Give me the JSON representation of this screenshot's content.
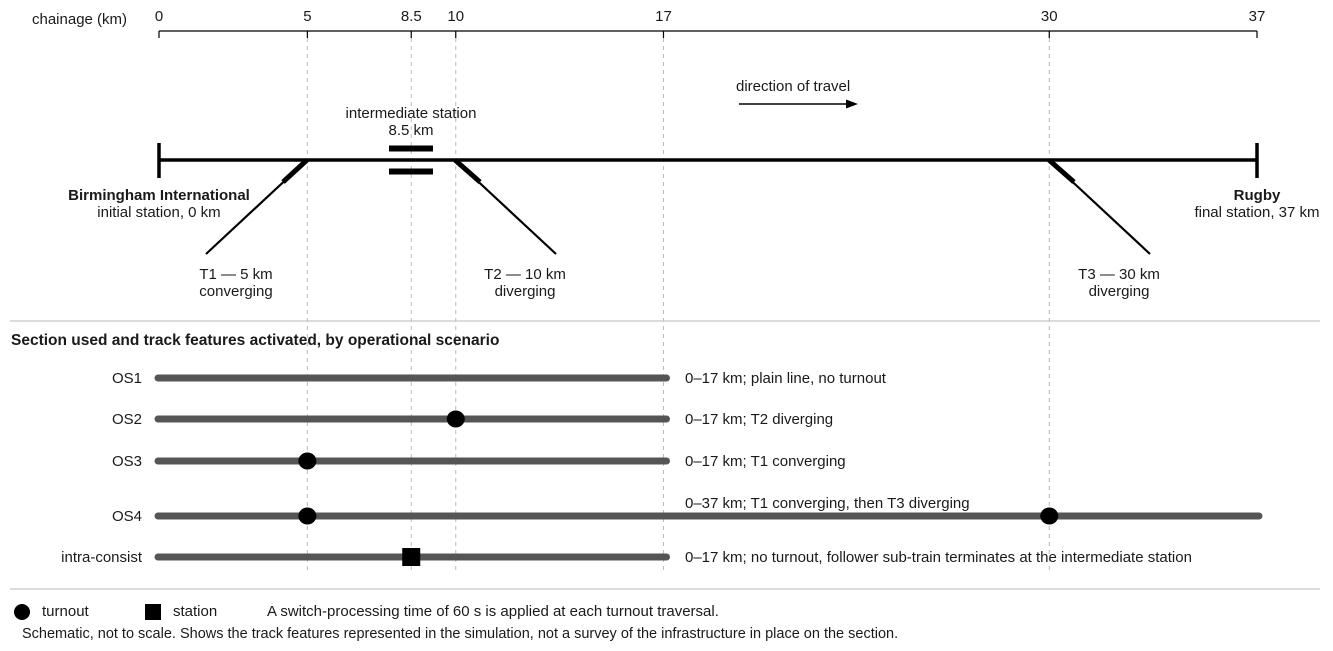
{
  "axis": {
    "label": "chainage (km)",
    "min": 0,
    "max": 37,
    "ticks": [
      "0",
      "5",
      "8.5",
      "10",
      "17",
      "30",
      "37"
    ]
  },
  "direction_label": "direction of travel",
  "stations": {
    "origin": {
      "name": "Birmingham International",
      "detail": "initial station, 0 km",
      "km": 0
    },
    "intermediate": {
      "name": "intermediate station",
      "detail": "8.5 km",
      "km": 8.5
    },
    "terminus": {
      "name": "Rugby",
      "detail": "final station, 37 km",
      "km": 37
    }
  },
  "turnouts": [
    {
      "label": "T1 — 5 km",
      "type": "converging",
      "km": 5
    },
    {
      "label": "T2 — 10 km",
      "type": "diverging",
      "km": 10
    },
    {
      "label": "T3 — 30 km",
      "type": "diverging",
      "km": 30
    }
  ],
  "scenarios_title": "Section used and track features activated, by operational scenario",
  "scenarios": [
    {
      "name": "OS1",
      "from_km": 0,
      "to_km": 17,
      "features": [],
      "note": "0–17 km; plain line, no turnout"
    },
    {
      "name": "OS2",
      "from_km": 0,
      "to_km": 17,
      "features": [
        {
          "kind": "turnout",
          "km": 10
        }
      ],
      "note": "0–17 km; T2 diverging"
    },
    {
      "name": "OS3",
      "from_km": 0,
      "to_km": 17,
      "features": [
        {
          "kind": "turnout",
          "km": 5
        }
      ],
      "note": "0–17 km; T1 converging"
    },
    {
      "name": "OS4",
      "from_km": 0,
      "to_km": 37,
      "features": [
        {
          "kind": "turnout",
          "km": 5
        },
        {
          "kind": "turnout",
          "km": 30
        }
      ],
      "note": "0–37 km; T1 converging, then T3 diverging"
    },
    {
      "name": "intra-consist",
      "from_km": 0,
      "to_km": 17,
      "features": [
        {
          "kind": "station",
          "km": 8.5
        }
      ],
      "note": "0–17 km; no turnout, follower sub-train terminates at the intermediate station"
    }
  ],
  "legend": {
    "turnout": "turnout",
    "station": "station",
    "switch_note": "A switch-processing time of 60 s is applied at each turnout traversal."
  },
  "footnote": "Schematic, not to scale. Shows the track features represented in the simulation, not a survey of the infrastructure in place on the section.",
  "colors": {
    "ink": "#000000",
    "bar": "#555555",
    "guide": "#bbbbbb",
    "rule": "#c8c8c8"
  }
}
